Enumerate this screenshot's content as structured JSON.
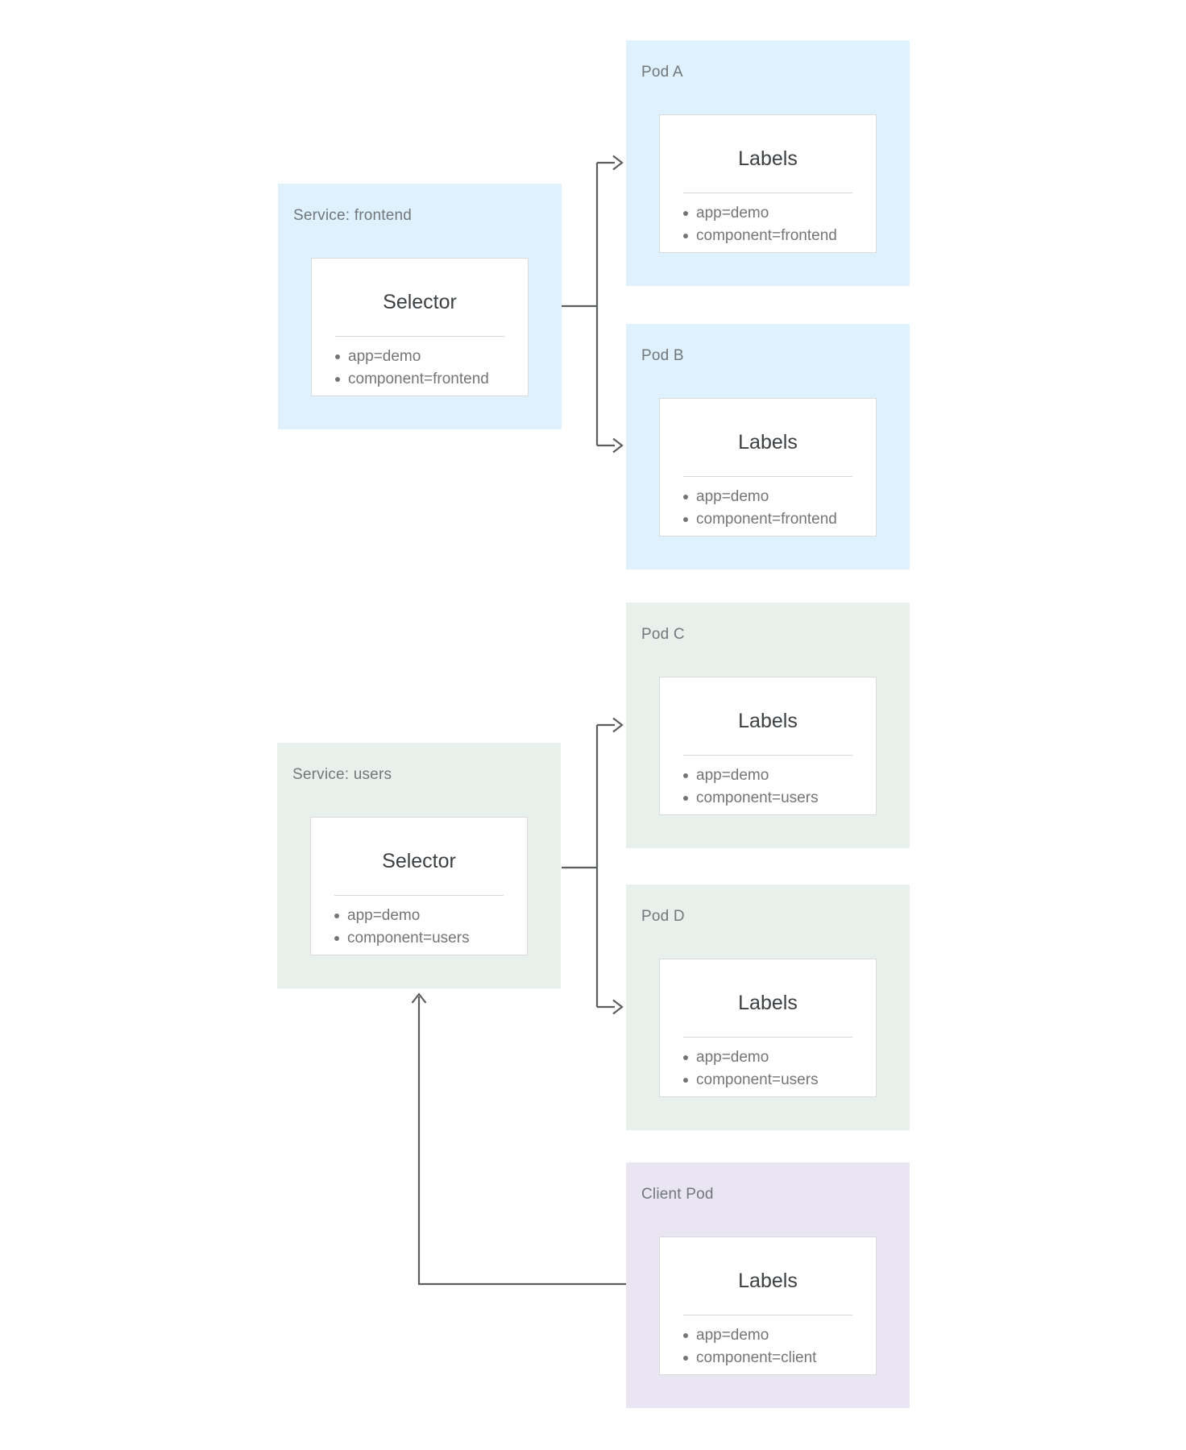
{
  "diagram": {
    "description": "Kubernetes service selector and pod labels diagram",
    "colors": {
      "service_frontend_bg": "#def1fc",
      "service_users_bg": "#e8f0eb",
      "client_pod_bg": "#e9e5f3",
      "card_bg": "#ffffff",
      "card_border": "#d8dadc",
      "node_title_text": "#72777b",
      "card_heading_text": "#3c4043",
      "list_text": "#757575",
      "arrow": "#5b5e60"
    },
    "nodes": {
      "service_frontend": {
        "title": "Service: frontend",
        "card_title": "Selector",
        "items": [
          "app=demo",
          "component=frontend"
        ]
      },
      "pod_a": {
        "title": "Pod A",
        "card_title": "Labels",
        "items": [
          "app=demo",
          "component=frontend"
        ]
      },
      "pod_b": {
        "title": "Pod B",
        "card_title": "Labels",
        "items": [
          "app=demo",
          "component=frontend"
        ]
      },
      "pod_c": {
        "title": "Pod C",
        "card_title": "Labels",
        "items": [
          "app=demo",
          "component=users"
        ]
      },
      "service_users": {
        "title": "Service: users",
        "card_title": "Selector",
        "items": [
          "app=demo",
          "component=users"
        ]
      },
      "pod_d": {
        "title": "Pod D",
        "card_title": "Labels",
        "items": [
          "app=demo",
          "component=users"
        ]
      },
      "client_pod": {
        "title": "Client Pod",
        "card_title": "Labels",
        "items": [
          "app=demo",
          "component=client"
        ]
      }
    }
  }
}
